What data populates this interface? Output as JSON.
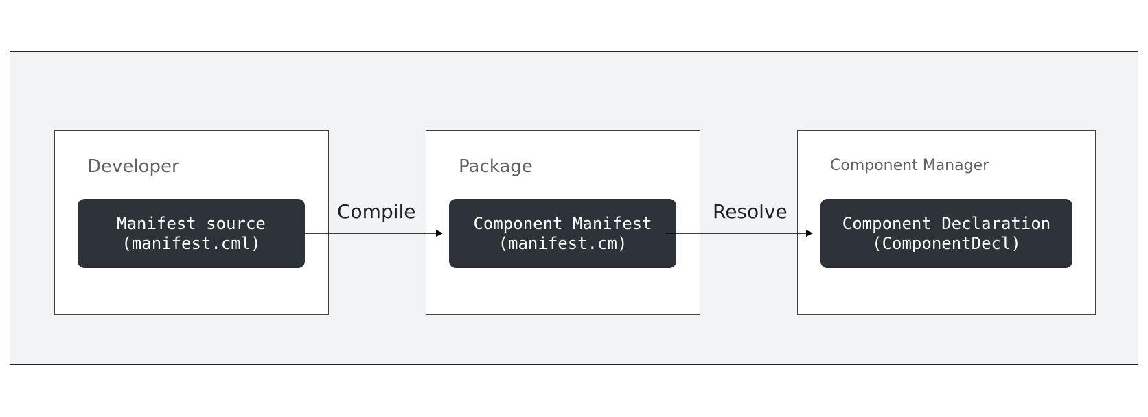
{
  "stages": {
    "developer": {
      "label": "Developer",
      "artifact_line1": "Manifest source",
      "artifact_line2": "(manifest.cml)"
    },
    "package": {
      "label": "Package",
      "artifact_line1": "Component Manifest",
      "artifact_line2": "(manifest.cm)"
    },
    "component_manager": {
      "label": "Component Manager",
      "artifact_line1": "Component Declaration",
      "artifact_line2": "(ComponentDecl)"
    }
  },
  "edges": {
    "compile": "Compile",
    "resolve": "Resolve"
  },
  "colors": {
    "frame_fill": "#f1f3f4",
    "artifact_fill": "#2d3338",
    "stage_label": "#5f6368",
    "line": "#000000"
  }
}
